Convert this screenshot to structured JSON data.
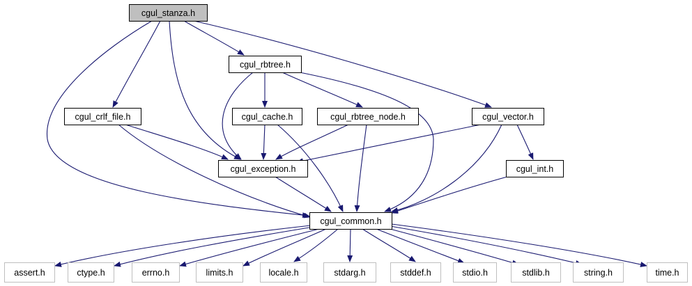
{
  "diagram": {
    "colors": {
      "edge": "#191970",
      "root_fill": "#bfbfbf",
      "node_border": "#000000",
      "system_border": "#bfbfbf",
      "text": "#000000"
    },
    "nodes": [
      {
        "id": "cgul_stanza",
        "label": "cgul_stanza.h",
        "style": "root"
      },
      {
        "id": "cgul_rbtree",
        "label": "cgul_rbtree.h",
        "style": "normal"
      },
      {
        "id": "cgul_crlf_file",
        "label": "cgul_crlf_file.h",
        "style": "normal"
      },
      {
        "id": "cgul_cache",
        "label": "cgul_cache.h",
        "style": "normal"
      },
      {
        "id": "cgul_rbtree_node",
        "label": "cgul_rbtree_node.h",
        "style": "normal"
      },
      {
        "id": "cgul_vector",
        "label": "cgul_vector.h",
        "style": "normal"
      },
      {
        "id": "cgul_exception",
        "label": "cgul_exception.h",
        "style": "normal"
      },
      {
        "id": "cgul_int",
        "label": "cgul_int.h",
        "style": "normal"
      },
      {
        "id": "cgul_common",
        "label": "cgul_common.h",
        "style": "normal"
      },
      {
        "id": "assert",
        "label": "assert.h",
        "style": "system"
      },
      {
        "id": "ctype",
        "label": "ctype.h",
        "style": "system"
      },
      {
        "id": "errno",
        "label": "errno.h",
        "style": "system"
      },
      {
        "id": "limits",
        "label": "limits.h",
        "style": "system"
      },
      {
        "id": "locale",
        "label": "locale.h",
        "style": "system"
      },
      {
        "id": "stdarg",
        "label": "stdarg.h",
        "style": "system"
      },
      {
        "id": "stddef",
        "label": "stddef.h",
        "style": "system"
      },
      {
        "id": "stdio",
        "label": "stdio.h",
        "style": "system"
      },
      {
        "id": "stdlib",
        "label": "stdlib.h",
        "style": "system"
      },
      {
        "id": "string",
        "label": "string.h",
        "style": "system"
      },
      {
        "id": "time",
        "label": "time.h",
        "style": "system"
      }
    ],
    "edges": [
      {
        "from": "cgul_stanza",
        "to": "cgul_rbtree"
      },
      {
        "from": "cgul_stanza",
        "to": "cgul_crlf_file"
      },
      {
        "from": "cgul_stanza",
        "to": "cgul_exception"
      },
      {
        "from": "cgul_stanza",
        "to": "cgul_vector"
      },
      {
        "from": "cgul_stanza",
        "to": "cgul_common"
      },
      {
        "from": "cgul_rbtree",
        "to": "cgul_cache"
      },
      {
        "from": "cgul_rbtree",
        "to": "cgul_rbtree_node"
      },
      {
        "from": "cgul_rbtree",
        "to": "cgul_exception"
      },
      {
        "from": "cgul_rbtree",
        "to": "cgul_common"
      },
      {
        "from": "cgul_crlf_file",
        "to": "cgul_exception"
      },
      {
        "from": "cgul_crlf_file",
        "to": "cgul_common"
      },
      {
        "from": "cgul_cache",
        "to": "cgul_exception"
      },
      {
        "from": "cgul_cache",
        "to": "cgul_common"
      },
      {
        "from": "cgul_rbtree_node",
        "to": "cgul_exception"
      },
      {
        "from": "cgul_rbtree_node",
        "to": "cgul_common"
      },
      {
        "from": "cgul_vector",
        "to": "cgul_exception"
      },
      {
        "from": "cgul_vector",
        "to": "cgul_int"
      },
      {
        "from": "cgul_vector",
        "to": "cgul_common"
      },
      {
        "from": "cgul_exception",
        "to": "cgul_common"
      },
      {
        "from": "cgul_int",
        "to": "cgul_common"
      },
      {
        "from": "cgul_common",
        "to": "assert"
      },
      {
        "from": "cgul_common",
        "to": "ctype"
      },
      {
        "from": "cgul_common",
        "to": "errno"
      },
      {
        "from": "cgul_common",
        "to": "limits"
      },
      {
        "from": "cgul_common",
        "to": "locale"
      },
      {
        "from": "cgul_common",
        "to": "stdarg"
      },
      {
        "from": "cgul_common",
        "to": "stddef"
      },
      {
        "from": "cgul_common",
        "to": "stdio"
      },
      {
        "from": "cgul_common",
        "to": "stdlib"
      },
      {
        "from": "cgul_common",
        "to": "string"
      },
      {
        "from": "cgul_common",
        "to": "time"
      }
    ]
  }
}
